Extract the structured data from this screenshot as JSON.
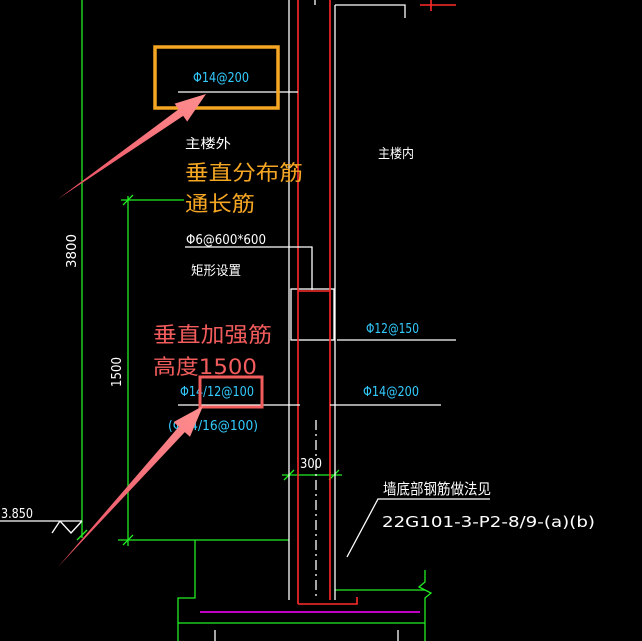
{
  "drawing": {
    "rebar": {
      "outer_top": "Φ14@200",
      "tie_mesh": "Φ6@600*600",
      "tie_layout": "矩形设置",
      "inner_horizontal": "Φ12@150",
      "reinforcing": "Φ14/12@100",
      "reinforcing_alt": "(Φ14/16@100)",
      "inner_vertical": "Φ14@200"
    },
    "sides": {
      "outside": "主楼外",
      "inside": "主楼内"
    },
    "dimensions": {
      "total_height": "3800",
      "reinforced_height": "1500",
      "wall_thickness": "300"
    },
    "elevation": "3.850",
    "notes": {
      "bottom_detail": "墙底部钢筋做法见",
      "bottom_reference": "22G101-3-P2-8/9-(a)(b)"
    }
  },
  "callouts": {
    "distribution": {
      "line1": "垂直分布筋",
      "line2": "通长筋",
      "color": "#f5a623"
    },
    "reinforcement": {
      "line1": "垂直加强筋",
      "line2": "高度1500",
      "color": "#f25c5c"
    }
  },
  "colors": {
    "background": "#000000",
    "rebar_text": "#33ccff",
    "dimension": "#22ee22",
    "rebar_line": "#ff2a2a",
    "outline": "#ffffff",
    "arrow": "#f0707d",
    "magenta": "#ff00ff"
  }
}
